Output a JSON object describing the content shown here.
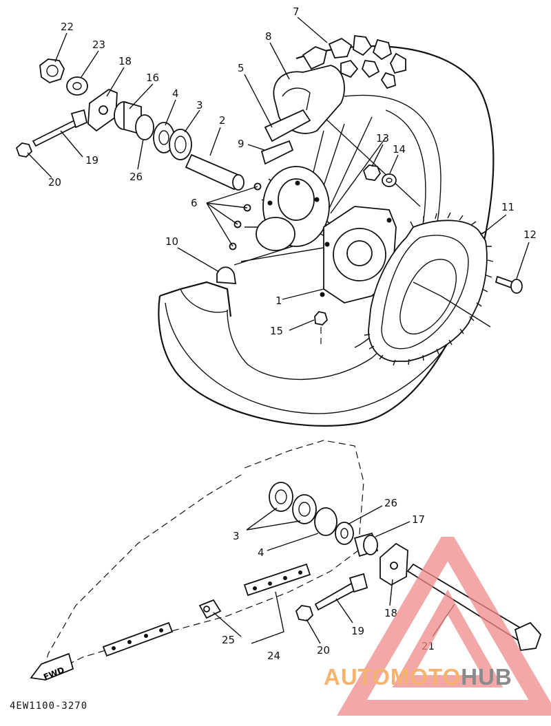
{
  "figure": {
    "catalog_code": "4EW1100-3270",
    "fwd_label": "FWD"
  },
  "callouts": [
    {
      "id": "c22",
      "text": "22"
    },
    {
      "id": "c23",
      "text": "23"
    },
    {
      "id": "c18a",
      "text": "18"
    },
    {
      "id": "c16",
      "text": "16"
    },
    {
      "id": "c4a",
      "text": "4"
    },
    {
      "id": "c3a",
      "text": "3"
    },
    {
      "id": "c2",
      "text": "2"
    },
    {
      "id": "c7",
      "text": "7"
    },
    {
      "id": "c8",
      "text": "8"
    },
    {
      "id": "c5",
      "text": "5"
    },
    {
      "id": "c9",
      "text": "9"
    },
    {
      "id": "c19a",
      "text": "19"
    },
    {
      "id": "c20a",
      "text": "20"
    },
    {
      "id": "c26a",
      "text": "26"
    },
    {
      "id": "c6",
      "text": "6"
    },
    {
      "id": "c13",
      "text": "13"
    },
    {
      "id": "c14",
      "text": "14"
    },
    {
      "id": "c11",
      "text": "11"
    },
    {
      "id": "c12",
      "text": "12"
    },
    {
      "id": "c10",
      "text": "10"
    },
    {
      "id": "c1",
      "text": "1"
    },
    {
      "id": "c15",
      "text": "15"
    },
    {
      "id": "c26b",
      "text": "26"
    },
    {
      "id": "c17",
      "text": "17"
    },
    {
      "id": "c3b",
      "text": "3"
    },
    {
      "id": "c4b",
      "text": "4"
    },
    {
      "id": "c18b",
      "text": "18"
    },
    {
      "id": "c19b",
      "text": "19"
    },
    {
      "id": "c25",
      "text": "25"
    },
    {
      "id": "c24",
      "text": "24"
    },
    {
      "id": "c20b",
      "text": "20"
    },
    {
      "id": "c21",
      "text": "21"
    }
  ],
  "watermark": {
    "part1": "AUTOMOTO",
    "part2": "HUB",
    "color_primary": "#f5b36e",
    "color_secondary": "#8a8a8a",
    "triangle_color": "#f08a8a"
  }
}
